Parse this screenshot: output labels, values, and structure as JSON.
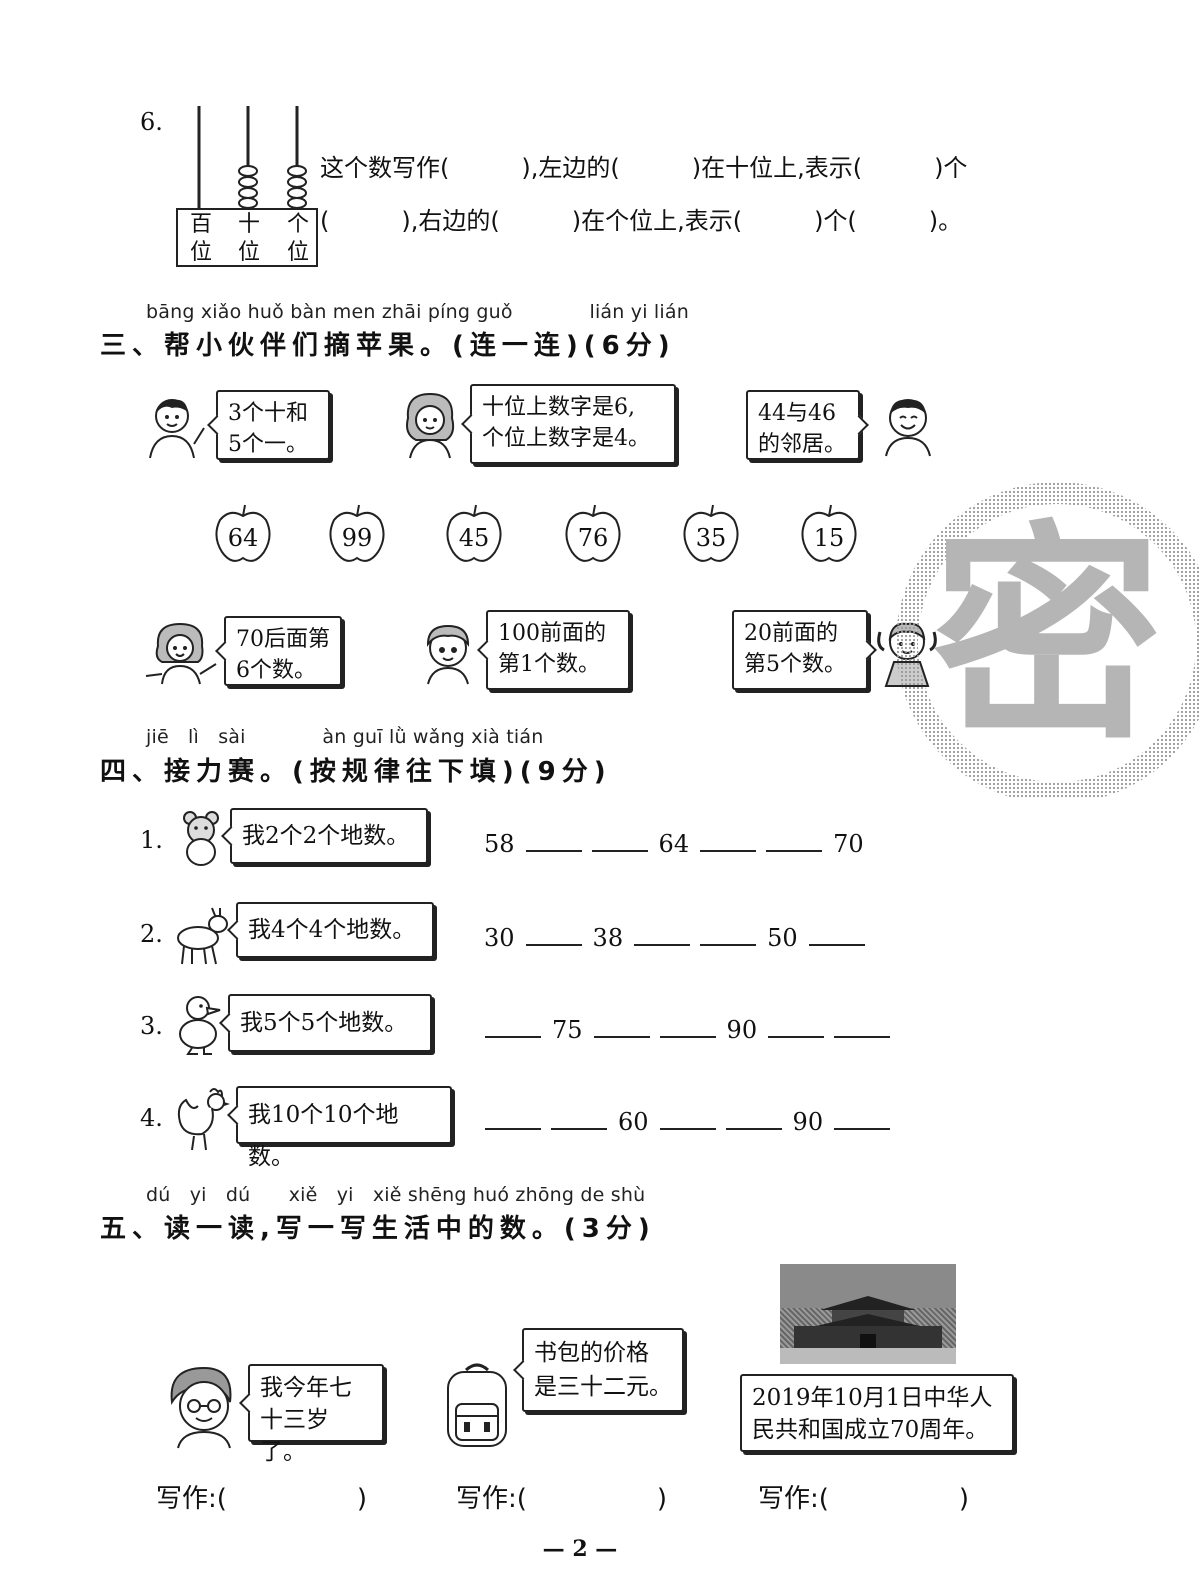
{
  "q6": {
    "number": "6.",
    "abacus_labels": [
      "百\n位",
      "十\n位",
      "个\n位"
    ],
    "line1": "这个数写作(　　　),左边的(　　　)在十位上,表示(　　　)个",
    "line2": "(　　　),右边的(　　　)在个位上,表示(　　　)个(　　　)。"
  },
  "section3": {
    "pinyin": "bāng xiǎo huǒ bàn men zhāi píng guǒ　　　　lián yi lián",
    "title": "三、帮小伙伴们摘苹果。(连一连)(6分)",
    "bubbles_top": [
      "3个十和\n5个一。",
      "十位上数字是6,\n个位上数字是4。",
      "44与46\n的邻居。"
    ],
    "apples": [
      "64",
      "99",
      "45",
      "76",
      "35",
      "15"
    ],
    "bubbles_bottom": [
      "70后面第\n6个数。",
      "100前面的\n第1个数。",
      "20前面的\n第5个数。"
    ]
  },
  "section4": {
    "pinyin": "jiē　lì　sài　　　　àn guī lǜ wǎng xià tián",
    "title": "四、接力赛。(按规律往下填)(9分)",
    "rows": [
      {
        "num": "1.",
        "animal": "bear",
        "bubble": "我2个2个地数。",
        "seq": [
          "58",
          "",
          "",
          "64",
          "",
          "",
          "70"
        ]
      },
      {
        "num": "2.",
        "animal": "goat",
        "bubble": "我4个4个地数。",
        "seq": [
          "30",
          "",
          "38",
          "",
          "",
          "50",
          ""
        ]
      },
      {
        "num": "3.",
        "animal": "duck",
        "bubble": "我5个5个地数。",
        "seq": [
          "",
          "75",
          "",
          "",
          "90",
          "",
          ""
        ]
      },
      {
        "num": "4.",
        "animal": "rooster",
        "bubble": "我10个10个地数。",
        "seq": [
          "",
          "",
          "60",
          "",
          "",
          "90",
          ""
        ]
      }
    ]
  },
  "section5": {
    "pinyin": "dú　yi　dú　　xiě　yi　xiě shēng huó zhōng de shù",
    "title": "五、读一读,写一写生活中的数。(3分)",
    "bubbles": [
      "我今年七\n十三岁了。",
      "书包的价格\n是三十二元。",
      "2019年10月1日中华人\n民共和国成立70周年。"
    ],
    "write_label": "写作:(　　　　　)"
  },
  "stamp_char": "密",
  "page_number": "— 2 —"
}
